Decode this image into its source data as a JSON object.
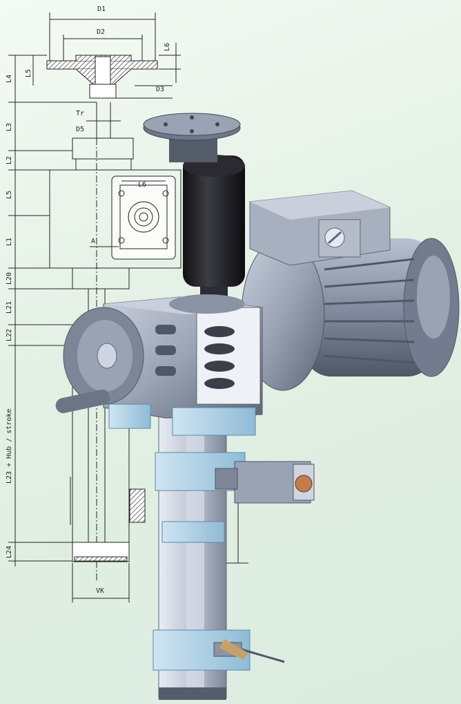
{
  "drawing": {
    "labels": {
      "D1": "D1",
      "D2": "D2",
      "D3": "D3",
      "D5": "D5",
      "L3": "L3",
      "L4": "L4",
      "L5": "L5",
      "L6": "L6",
      "L1": "L1",
      "L2": "L2",
      "Tr": "Tr",
      "L20": "L20",
      "L21": "L21",
      "L22": "L22",
      "L23": "L23 + Hub / stroke",
      "L24": "L24",
      "A": "A",
      "VK": "VK",
      "L6b": "L6"
    }
  },
  "colors": {
    "background": "#e3f0e4",
    "housing": "#9aa3b4",
    "housing_dark": "#5d6677",
    "mount_blue": "#a9cde4",
    "spindle_black": "#1c1c22",
    "line": "#222222"
  }
}
